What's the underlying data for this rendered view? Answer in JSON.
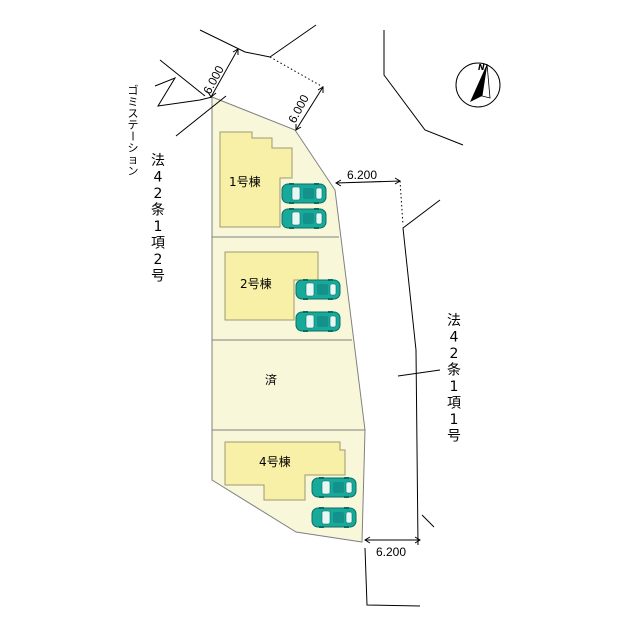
{
  "lots": {
    "lot1": "1号棟",
    "lot2": "2号棟",
    "lot3": "済",
    "lot4": "4号棟"
  },
  "dimensions": {
    "top_left": "6.000",
    "top_right": "6.000",
    "right_upper": "6.200",
    "right_lower": "6.200"
  },
  "garbage_station": "ゴミステーション",
  "road_left": "法42条1項2号",
  "road_right": "法42条1項1号",
  "compass": {
    "letter": "N"
  },
  "colors": {
    "site_fill": "#f8f7da",
    "building_fill": "#f8f0a6",
    "building_stroke": "#9c9a74",
    "car_body": "#17a99a",
    "car_dark": "#0b6e64",
    "car_glass": "#e6f7f4"
  }
}
